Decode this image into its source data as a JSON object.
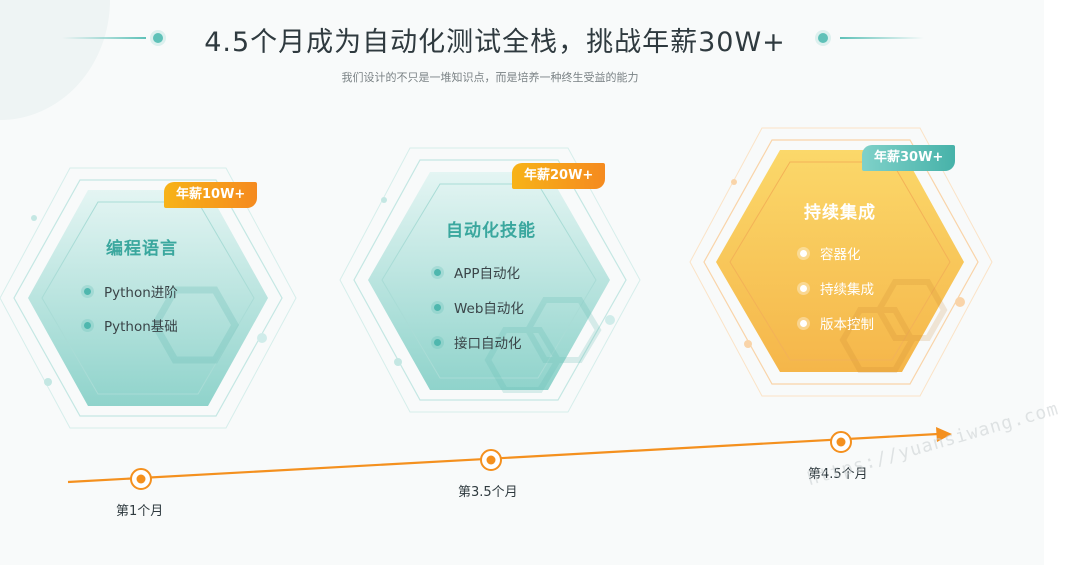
{
  "header": {
    "title": "4.5个月成为自动化测试全栈，挑战年薪30W+",
    "subtitle": "我们设计的不只是一堆知识点，而是培养一种终生受益的能力"
  },
  "cards": [
    {
      "title": "编程语言",
      "badge": "年薪10W+",
      "items": [
        "Python进阶",
        "Python基础"
      ]
    },
    {
      "title": "自动化技能",
      "badge": "年薪20W+",
      "items": [
        "APP自动化",
        "Web自动化",
        "接口自动化"
      ]
    },
    {
      "title": "持续集成",
      "badge": "年薪30W+",
      "items": [
        "容器化",
        "持续集成",
        "版本控制"
      ]
    }
  ],
  "timeline": {
    "milestones": [
      "第1个月",
      "第3.5个月",
      "第4.5个月"
    ]
  },
  "watermark": "https://yuansiwang.com",
  "colors": {
    "teal": "#4fb7ae",
    "orange": "#f58a1f",
    "gold": "#f7c14a",
    "arrow": "#f4901e"
  },
  "icons": [
    "bullet-dot-icon",
    "timeline-arrow-icon",
    "milestone-marker-icon",
    "watermark-logo-icon"
  ]
}
